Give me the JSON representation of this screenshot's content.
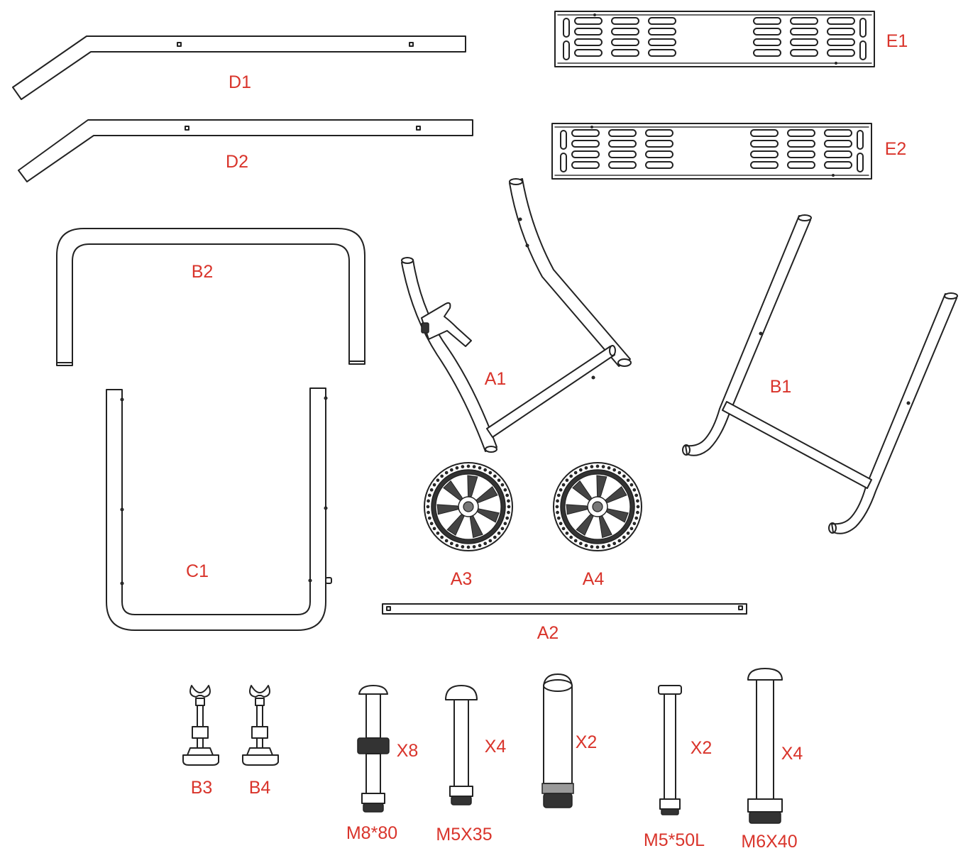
{
  "colors": {
    "label": "#d9342b",
    "line": "#222222"
  },
  "parts": {
    "D1": "D1",
    "D2": "D2",
    "E1": "E1",
    "E2": "E2",
    "B2": "B2",
    "A1": "A1",
    "B1": "B1",
    "C1": "C1",
    "A3": "A3",
    "A4": "A4",
    "A2": "A2",
    "B3": "B3",
    "B4": "B4"
  },
  "hardware": [
    {
      "name": "M8*80",
      "qty": "X8"
    },
    {
      "name": "M5X35",
      "qty": "X4"
    },
    {
      "name": "",
      "qty": "X2"
    },
    {
      "name": "M5*50L",
      "qty": "X2"
    },
    {
      "name": "M6X40",
      "qty": "X4"
    }
  ]
}
